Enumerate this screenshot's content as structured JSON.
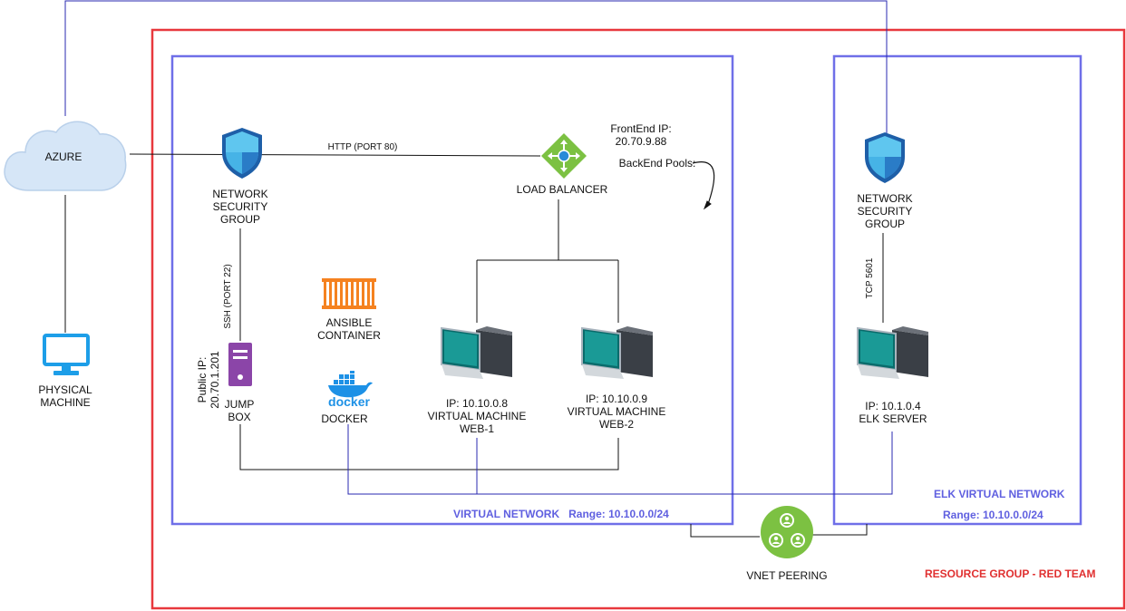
{
  "azure": "AZURE",
  "physical_machine": "PHYSICAL\nMACHINE",
  "http_port": "HTTP (PORT 80)",
  "nsg_left": "NETWORK\nSECURITY\nGROUP",
  "nsg_right": "NETWORK\nSECURITY\nGROUP",
  "load_balancer": "LOAD BALANCER",
  "frontend_ip": "FrontEnd IP:\n20.70.9.88",
  "backend_pools": "BackEnd Pools:",
  "ssh_port": "SSH (PORT 22)",
  "public_ip": "Public IP:\n20.70.1.201",
  "jump_box": "JUMP\nBOX",
  "ansible": "ANSIBLE\nCONTAINER",
  "docker_logo": "docker",
  "docker": "DOCKER",
  "web1": "IP: 10.10.0.8\nVIRTUAL MACHINE\nWEB-1",
  "web2": "IP: 10.10.0.9\nVIRTUAL MACHINE\nWEB-2",
  "tcp": "TCP 5601",
  "elk_server": "IP: 10.1.0.4\nELK SERVER",
  "virtual_network": "VIRTUAL NETWORK   Range: 10.10.0.0/24",
  "elk_vnet": "ELK VIRTUAL NETWORK",
  "elk_range": "Range: 10.10.0.0/24",
  "vnet_peering": "VNET PEERING",
  "resource_group": "RESOURCE GROUP - RED TEAM",
  "colors": {
    "resource_group_border": "#e8383d",
    "vnet_border": "#6f6fe8",
    "connector_blue": "#2a2ab0",
    "peering_green": "#7cc142",
    "jumpbox_purple": "#8b45a8",
    "ansible_orange": "#f58220",
    "docker_blue": "#1d91e6"
  }
}
